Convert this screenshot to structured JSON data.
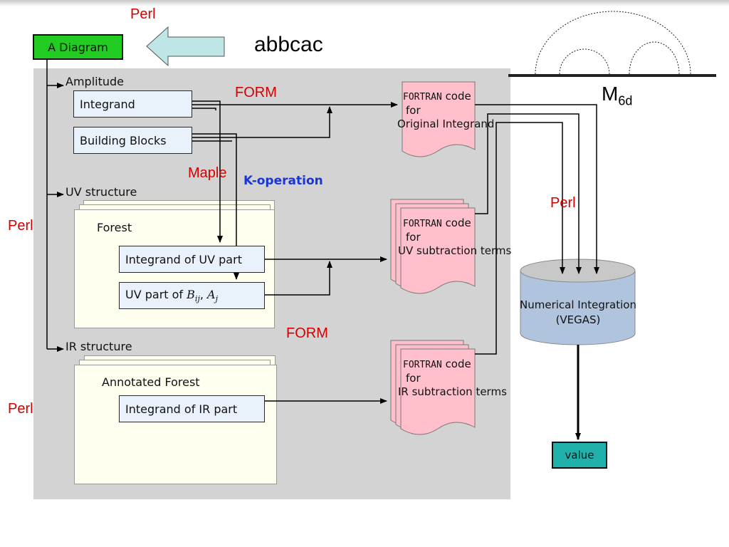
{
  "title_text": "abbcac",
  "start_box": "A Diagram",
  "amplitude": {
    "heading": "Amplitude",
    "integrand": "Integrand",
    "building_blocks": "Building Blocks"
  },
  "uv": {
    "heading": "UV structure",
    "forest": "Forest",
    "integrand_part": "Integrand of UV part",
    "uv_part_prefix": "UV part of ",
    "uv_part_math": "B",
    "uv_part_sub1": "ij",
    "uv_part_math2": "A",
    "uv_part_sub2": "j"
  },
  "ir": {
    "heading": "IR structure",
    "forest": "Annotated Forest",
    "integrand_part": "Integrand of IR part"
  },
  "tools": {
    "perl_top": "Perl",
    "perl_left1": "Perl",
    "perl_left2": "Perl",
    "perl_right": "Perl",
    "form1": "FORM",
    "form2": "FORM",
    "maple": "Maple",
    "k_operation": "K-operation"
  },
  "docs": [
    {
      "mono": "FORTRAN",
      "l1": " code",
      "l2": "for",
      "l3": "Original Integrand"
    },
    {
      "mono": "FORTRAN",
      "l1": " code",
      "l2": "for",
      "l3": "UV subtraction terms"
    },
    {
      "mono": "FORTRAN",
      "l1": " code",
      "l2": "for",
      "l3": "IR subtraction terms"
    }
  ],
  "integration": {
    "line1": "Numerical Integration",
    "line2": "(VEGAS)"
  },
  "value_box": "value",
  "m6d": {
    "main": "M",
    "sub": "6d"
  },
  "colors": {
    "start_box": "#22cc22",
    "doc_fill": "#ffc0cb",
    "cylinder": "#b0c4de",
    "value_box": "#20b2aa",
    "forest_fill": "#fffff0",
    "arrow_fill": "#bfe6e6"
  }
}
